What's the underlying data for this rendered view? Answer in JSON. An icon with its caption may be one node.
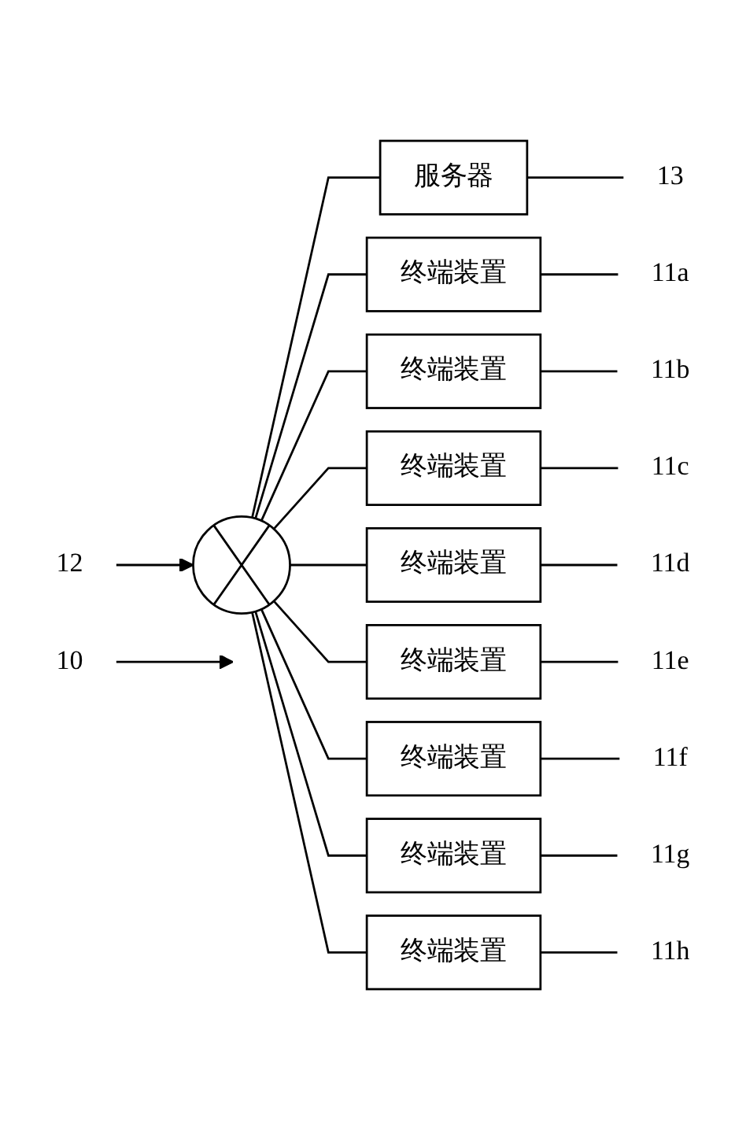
{
  "diagram": {
    "nodes": [
      {
        "text": [
          "10"
        ]
      },
      {
        "text": [
          "12"
        ]
      },
      {
        "text": [],
        "shape": "ellipse"
      },
      {
        "text": [
          "服务器"
        ]
      },
      {
        "text": [
          "13"
        ]
      },
      {
        "text": [
          "终端装置"
        ]
      },
      {
        "text": [
          "11a"
        ]
      },
      {
        "text": [
          "终端装置"
        ]
      },
      {
        "text": [
          "11b"
        ]
      },
      {
        "text": [
          "终端装置"
        ]
      },
      {
        "text": [
          "11c"
        ]
      },
      {
        "text": [
          "终端装置"
        ]
      },
      {
        "text": [
          "11d"
        ]
      },
      {
        "text": [
          "终端装置"
        ]
      },
      {
        "text": [
          "11e"
        ]
      },
      {
        "text": [
          "终端装置"
        ]
      },
      {
        "text": [
          "11f"
        ]
      },
      {
        "text": [
          "终端装置"
        ]
      },
      {
        "text": [
          "11g"
        ]
      },
      {
        "text": [
          "终端装置"
        ]
      },
      {
        "text": [
          "11h"
        ]
      }
    ],
    "edges": [
      {
        "from": 0,
        "to": null,
        "arrow": "to"
      },
      {
        "from": 1,
        "to": 2,
        "arrow": "to"
      },
      {
        "from": 2,
        "to": 3,
        "arrow": "none"
      },
      {
        "from": 3,
        "to": 4,
        "arrow": "none"
      },
      {
        "from": 2,
        "to": 5,
        "arrow": "none"
      },
      {
        "from": 5,
        "to": 6,
        "arrow": "none"
      },
      {
        "from": 2,
        "to": 7,
        "arrow": "none"
      },
      {
        "from": 7,
        "to": 8,
        "arrow": "none"
      },
      {
        "from": 2,
        "to": 9,
        "arrow": "none"
      },
      {
        "from": 9,
        "to": 10,
        "arrow": "none"
      },
      {
        "from": 2,
        "to": 11,
        "arrow": "none"
      },
      {
        "from": 11,
        "to": 12,
        "arrow": "none"
      },
      {
        "from": 2,
        "to": 13,
        "arrow": "none"
      },
      {
        "from": 13,
        "to": 14,
        "arrow": "none"
      },
      {
        "from": 2,
        "to": 15,
        "arrow": "none"
      },
      {
        "from": 15,
        "to": 16,
        "arrow": "none"
      },
      {
        "from": 2,
        "to": 17,
        "arrow": "none"
      },
      {
        "from": 17,
        "to": 18,
        "arrow": "none"
      },
      {
        "from": 2,
        "to": 19,
        "arrow": "none"
      },
      {
        "from": 19,
        "to": 20,
        "arrow": "none"
      }
    ]
  }
}
